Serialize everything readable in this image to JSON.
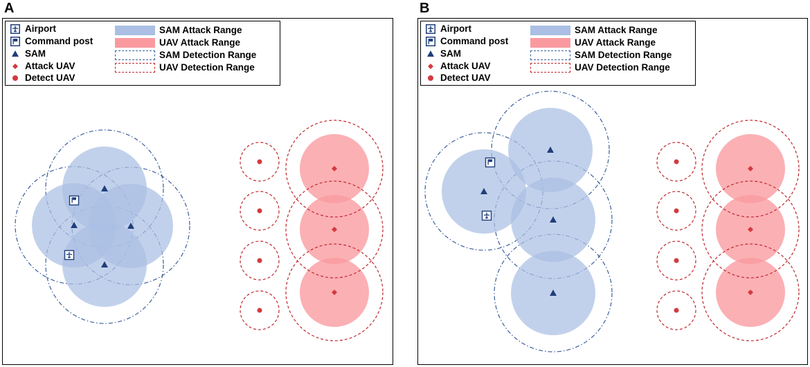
{
  "panels": [
    {
      "label": "A",
      "legend": {
        "left": [
          {
            "icon": "airport-icon",
            "text": "Airport"
          },
          {
            "icon": "command-post-icon",
            "text": "Command post"
          },
          {
            "icon": "sam-triangle-icon",
            "text": "SAM"
          },
          {
            "icon": "attack-uav-diamond-icon",
            "text": "Attack UAV"
          },
          {
            "icon": "detect-uav-dot-icon",
            "text": "Detect UAV"
          }
        ],
        "right": [
          {
            "swatch": "sam-attack",
            "text": "SAM Attack Range"
          },
          {
            "swatch": "uav-attack",
            "text": "UAV Attack Range"
          },
          {
            "swatch": "sam-detect",
            "text": "SAM Detection Range"
          },
          {
            "swatch": "uav-detect",
            "text": "UAV Detection Range"
          }
        ]
      }
    },
    {
      "label": "B",
      "legend": {
        "left": [
          {
            "icon": "airport-icon",
            "text": "Airport"
          },
          {
            "icon": "command-post-icon",
            "text": "Command post"
          },
          {
            "icon": "sam-triangle-icon",
            "text": "SAM"
          },
          {
            "icon": "attack-uav-diamond-icon",
            "text": "Attack UAV"
          },
          {
            "icon": "detect-uav-dot-icon",
            "text": "Detect UAV"
          }
        ],
        "right": [
          {
            "swatch": "sam-attack",
            "text": "SAM Attack Range"
          },
          {
            "swatch": "uav-attack",
            "text": "UAV Attack Range"
          },
          {
            "swatch": "sam-detect",
            "text": "SAM Detection Range"
          },
          {
            "swatch": "uav-detect",
            "text": "UAV Detection Range"
          }
        ]
      }
    }
  ],
  "colors": {
    "sam_attack_fill": "#aabfe3",
    "sam_marker": "#1f3f7a",
    "sam_detect_stroke": "#3a5c9c",
    "uav_attack_fill": "#fa9a9f",
    "uav_marker": "#d33a3f",
    "uav_detect_stroke": "#c0262c",
    "facility_icon": "#1f3f7a"
  }
}
